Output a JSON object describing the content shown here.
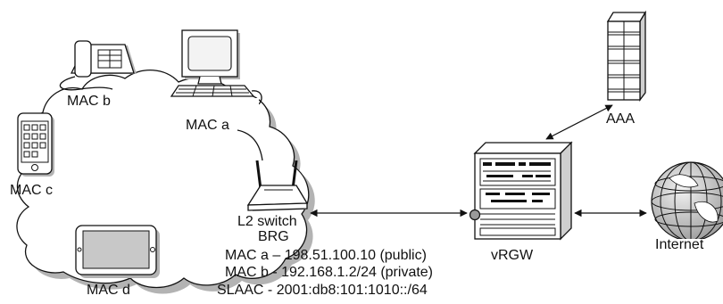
{
  "devices": {
    "mac_a": "MAC a",
    "mac_b": "MAC b",
    "mac_c": "MAC c",
    "mac_d": "MAC d",
    "switch_line1": "L2 switch",
    "switch_line2": "BRG",
    "vrgw": "vRGW",
    "aaa": "AAA",
    "internet": "Internet"
  },
  "addresses": [
    "MAC a – 198.51.100.10 (public)",
    "MAC b - 192.168.1.2/24 (private)",
    "SLAAC - 2001:db8:101:1010::/64"
  ],
  "colors": {
    "line": "#111111",
    "shadow": "#b3b3b3",
    "screen": "#c8c8c8",
    "globe": "#bdbdbd"
  }
}
